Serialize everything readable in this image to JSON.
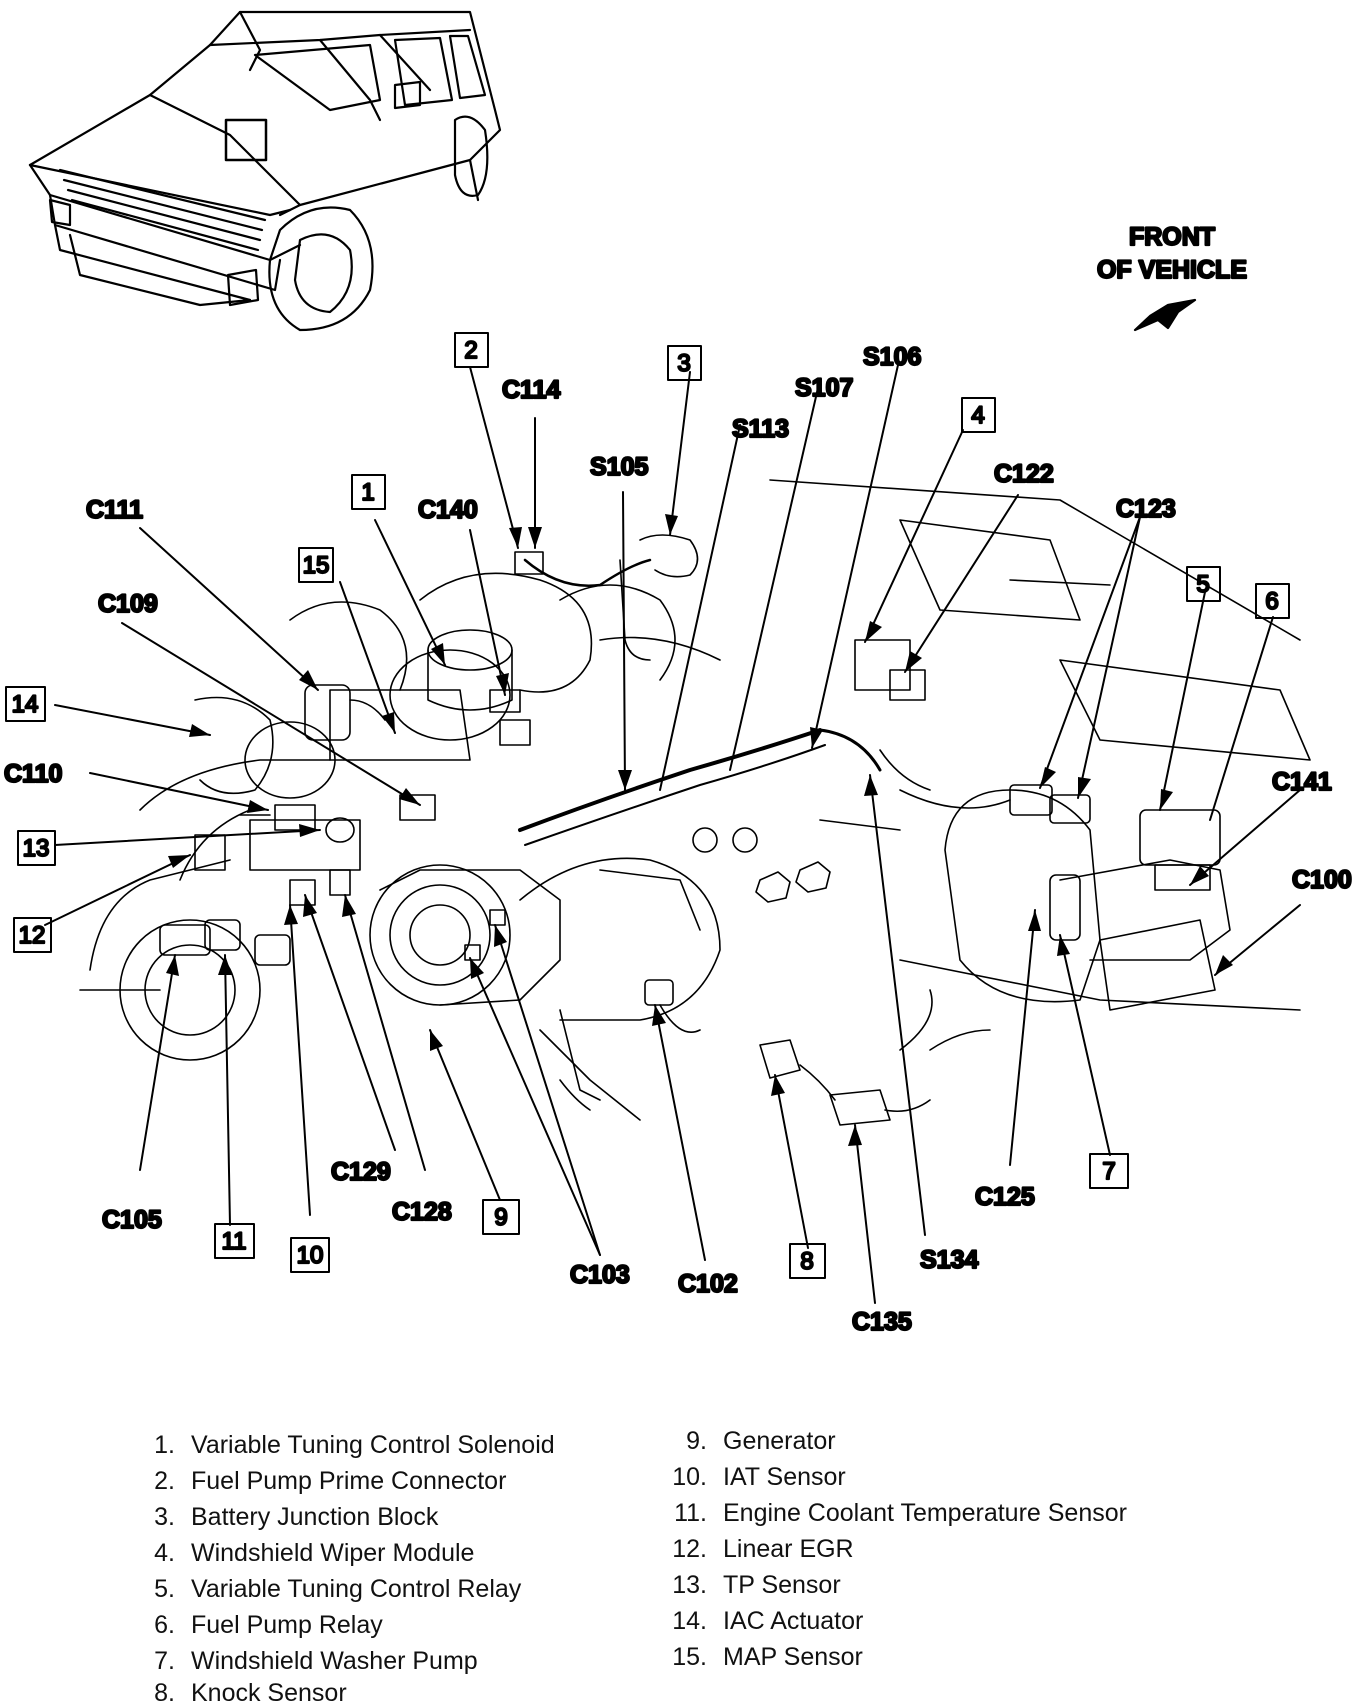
{
  "orientation_label": {
    "line1": "FRONT",
    "line2": "OF VEHICLE"
  },
  "connector_labels": {
    "c100": "C100",
    "c102": "C102",
    "c103": "C103",
    "c105": "C105",
    "c109": "C109",
    "c110": "C110",
    "c111": "C111",
    "c114": "C114",
    "c122": "C122",
    "c123": "C123",
    "c125": "C125",
    "c128": "C128",
    "c129": "C129",
    "c135": "C135",
    "c140": "C140",
    "c141": "C141"
  },
  "splice_labels": {
    "s105": "S105",
    "s106": "S106",
    "s107": "S107",
    "s113": "S113",
    "s134": "S134"
  },
  "callout_boxes": [
    "1",
    "2",
    "3",
    "4",
    "5",
    "6",
    "7",
    "8",
    "9",
    "10",
    "11",
    "12",
    "13",
    "14",
    "15"
  ],
  "legend": {
    "column1": [
      {
        "num": "1.",
        "text": "Variable Tuning Control Solenoid"
      },
      {
        "num": "2.",
        "text": "Fuel Pump Prime Connector"
      },
      {
        "num": "3.",
        "text": "Battery Junction Block"
      },
      {
        "num": "4.",
        "text": "Windshield Wiper Module"
      },
      {
        "num": "5.",
        "text": "Variable Tuning Control Relay"
      },
      {
        "num": "6.",
        "text": "Fuel Pump Relay"
      },
      {
        "num": "7.",
        "text": "Windshield Washer Pump"
      },
      {
        "num": "8.",
        "text": "Knock Sensor"
      }
    ],
    "column2": [
      {
        "num": "9.",
        "text": "Generator"
      },
      {
        "num": "10.",
        "text": "IAT Sensor"
      },
      {
        "num": "11.",
        "text": "Engine Coolant Temperature Sensor"
      },
      {
        "num": "12.",
        "text": "Linear EGR"
      },
      {
        "num": "13.",
        "text": "TP Sensor"
      },
      {
        "num": "14.",
        "text": "IAC  Actuator"
      },
      {
        "num": "15.",
        "text": "MAP Sensor"
      }
    ]
  }
}
